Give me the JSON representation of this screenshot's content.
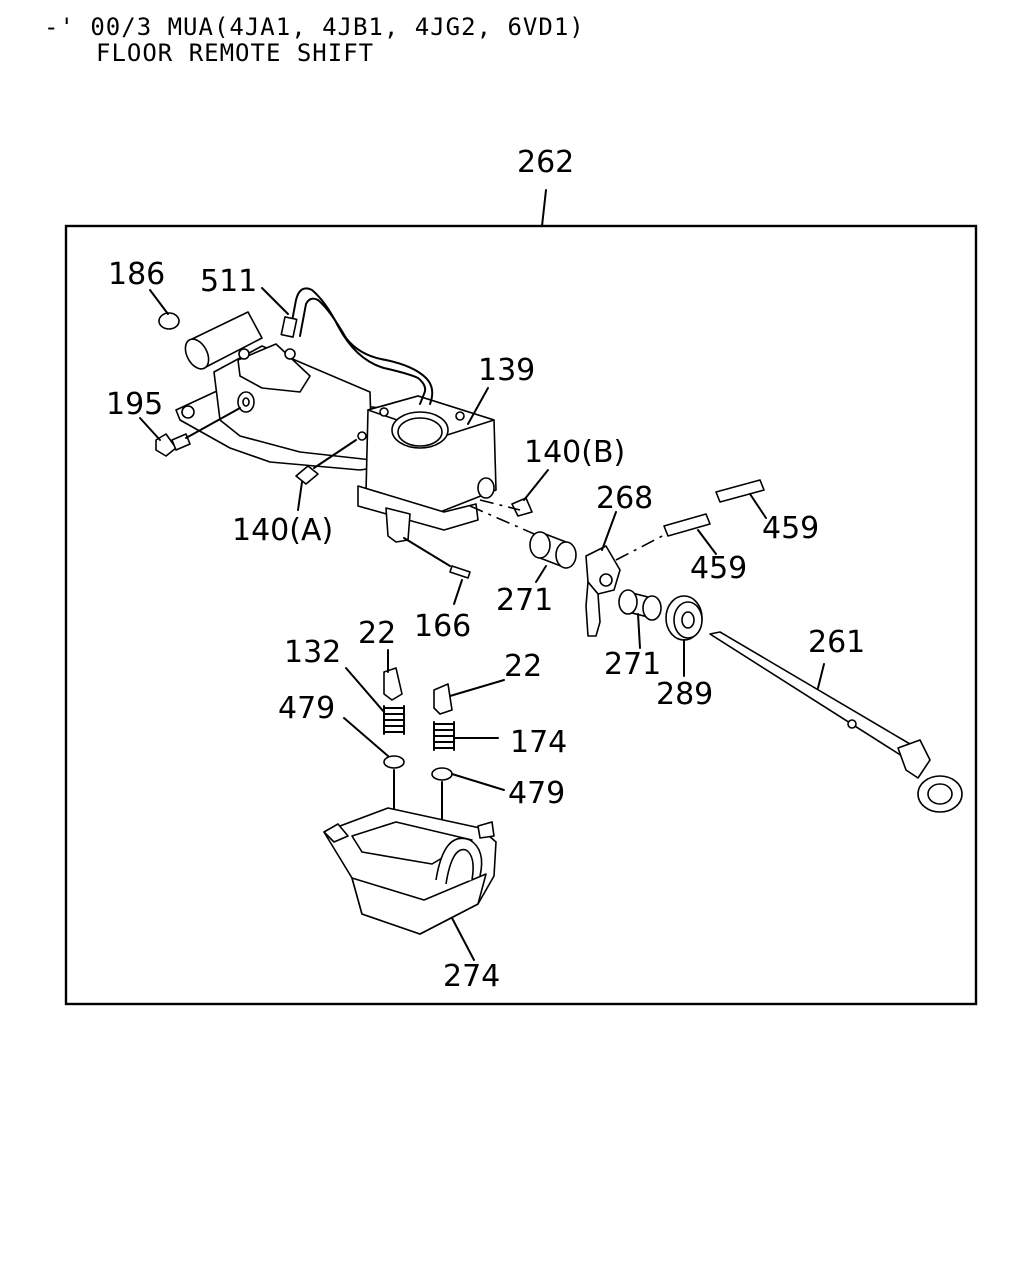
{
  "header": {
    "line1": "-' 00/3 MUA(4JA1, 4JB1, 4JG2, 6VD1)",
    "line2": "FLOOR REMOTE SHIFT"
  },
  "callouts": {
    "p262": "262",
    "p186": "186",
    "p511": "511",
    "p139": "139",
    "p195": "195",
    "p140b": "140(B)",
    "p268": "268",
    "p459a": "459",
    "p459b": "459",
    "p140a": "140(A)",
    "p271a": "271",
    "p166": "166",
    "p132": "132",
    "p22a": "22",
    "p22b": "22",
    "p261": "261",
    "p271b": "271",
    "p289": "289",
    "p479a": "479",
    "p174": "174",
    "p479b": "479",
    "p274": "274"
  }
}
